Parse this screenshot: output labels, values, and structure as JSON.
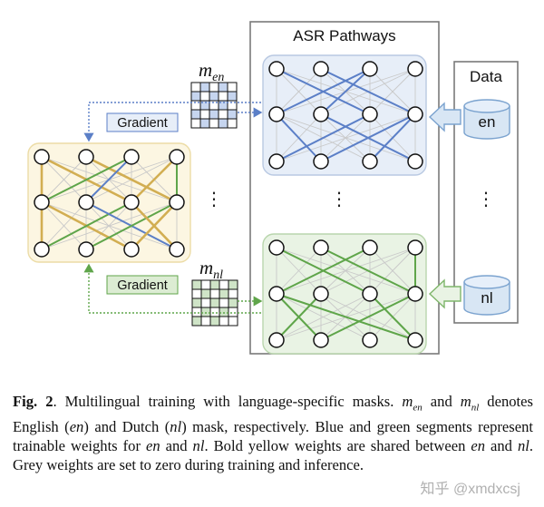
{
  "diagram": {
    "pathways_title": "ASR Pathways",
    "data_title": "Data",
    "data_items": [
      "en",
      "nl"
    ],
    "mask_labels": {
      "en": {
        "base": "m",
        "sub": "en"
      },
      "nl": {
        "base": "m",
        "sub": "nl"
      }
    },
    "gradient_label": "Gradient",
    "ellipsis": "⋮",
    "colors": {
      "blue": "#5b7fc7",
      "green": "#5fa54a",
      "yellow": "#d2ae52",
      "grey": "#c9c9c9",
      "blue_panel_fill": "#e7eef8",
      "blue_panel_stroke": "#b9c9e2",
      "green_panel_fill": "#e9f3e4",
      "green_panel_stroke": "#b9d6ad",
      "yellow_panel_fill": "#fcf6e2",
      "yellow_panel_stroke": "#ecdca6",
      "outer_border": "#7a7a7a",
      "cylinder_fill": "#d8e6f4",
      "cylinder_stroke": "#7ba3cf",
      "mask_blue": "#c6d5ef",
      "mask_green": "#cfe4c7"
    }
  },
  "caption": {
    "label": "Fig. 2",
    "parts": [
      {
        "t": ". Multilingual training with language-specific masks. ",
        "s": "n"
      },
      {
        "t": "m",
        "s": "i"
      },
      {
        "t": "en",
        "s": "sub"
      },
      {
        "t": " and ",
        "s": "n"
      },
      {
        "t": "m",
        "s": "i"
      },
      {
        "t": "nl",
        "s": "sub"
      },
      {
        "t": " denotes English (",
        "s": "n"
      },
      {
        "t": "en",
        "s": "i"
      },
      {
        "t": ") and Dutch (",
        "s": "n"
      },
      {
        "t": "nl",
        "s": "i"
      },
      {
        "t": ") mask, respectively. Blue and green segments represent trainable weights for ",
        "s": "n"
      },
      {
        "t": "en",
        "s": "i"
      },
      {
        "t": " and ",
        "s": "n"
      },
      {
        "t": "nl",
        "s": "i"
      },
      {
        "t": ". Bold yellow weights are shared between ",
        "s": "n"
      },
      {
        "t": "en",
        "s": "i"
      },
      {
        "t": " and ",
        "s": "n"
      },
      {
        "t": "nl",
        "s": "i"
      },
      {
        "t": ". Grey weights are set to zero during training and inference.",
        "s": "n"
      }
    ]
  },
  "watermark": "知乎 @xmdxcsj"
}
